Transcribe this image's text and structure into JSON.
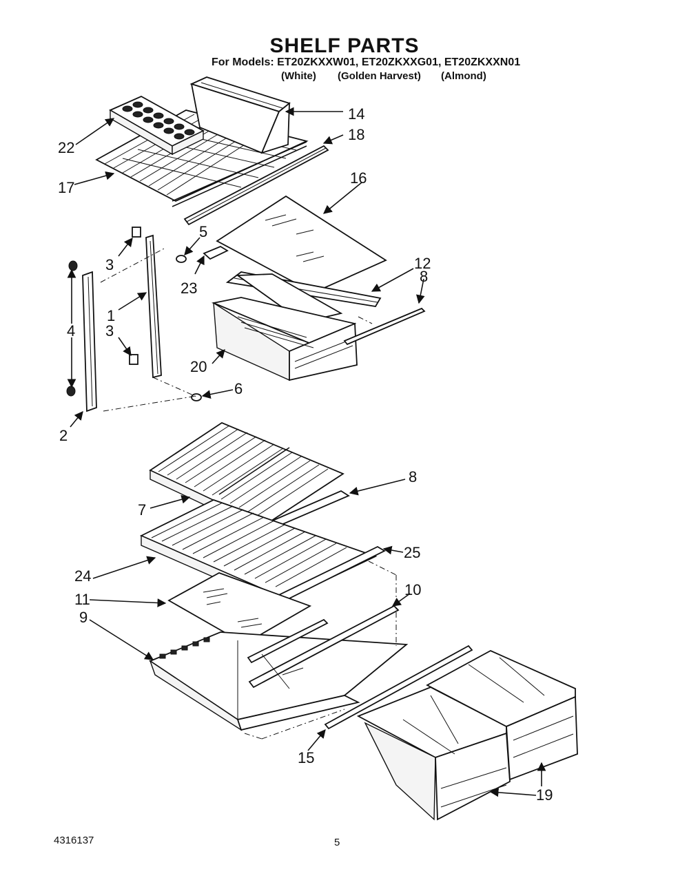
{
  "header": {
    "title": "SHELF PARTS",
    "models_line": "For Models: ET20ZKXXW01, ET20ZKXXG01, ET20ZKXXN01",
    "variants": [
      "(White)",
      "(Golden Harvest)",
      "(Almond)"
    ]
  },
  "callouts": [
    "14",
    "18",
    "22",
    "17",
    "16",
    "5",
    "3",
    "23",
    "12",
    "8",
    "1",
    "4",
    "3",
    "20",
    "6",
    "2",
    "8",
    "7",
    "25",
    "24",
    "10",
    "11",
    "9",
    "15",
    "19"
  ],
  "footer": {
    "doc_number": "4316137",
    "page_number": "5"
  }
}
